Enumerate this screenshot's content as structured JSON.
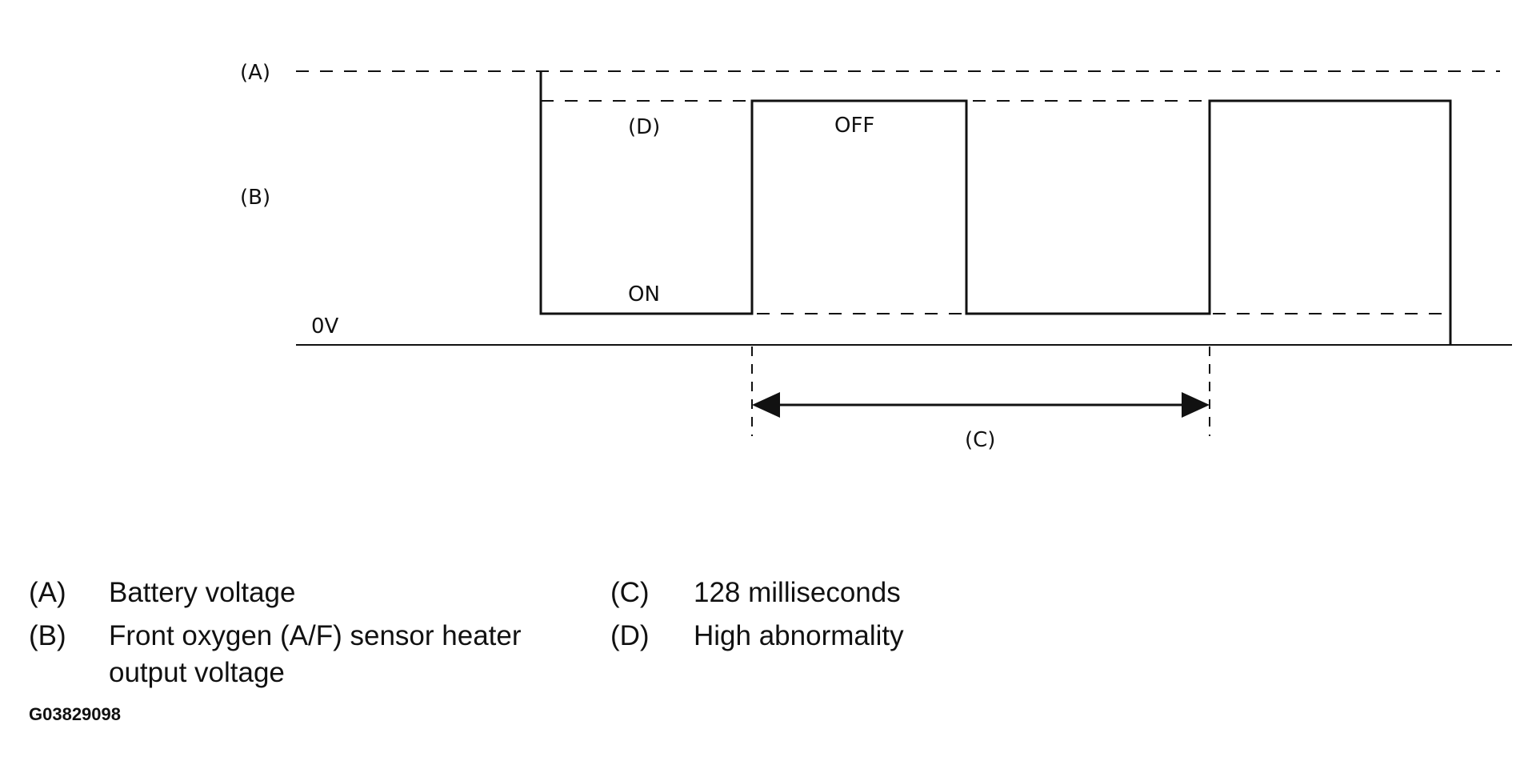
{
  "diagram": {
    "labels": {
      "a": "(A)",
      "b": "(B)",
      "d": "(D)",
      "c": "(C)",
      "zero_volt": "0V",
      "on": "ON",
      "off": "OFF"
    }
  },
  "legend": {
    "items": [
      {
        "key": "(A)",
        "text": "Battery voltage"
      },
      {
        "key": "(B)",
        "text": "Front oxygen (A/F) sensor heater output voltage"
      },
      {
        "key": "(C)",
        "text": "128 milliseconds"
      },
      {
        "key": "(D)",
        "text": "High abnormality"
      }
    ]
  },
  "figure_code": "G03829098"
}
